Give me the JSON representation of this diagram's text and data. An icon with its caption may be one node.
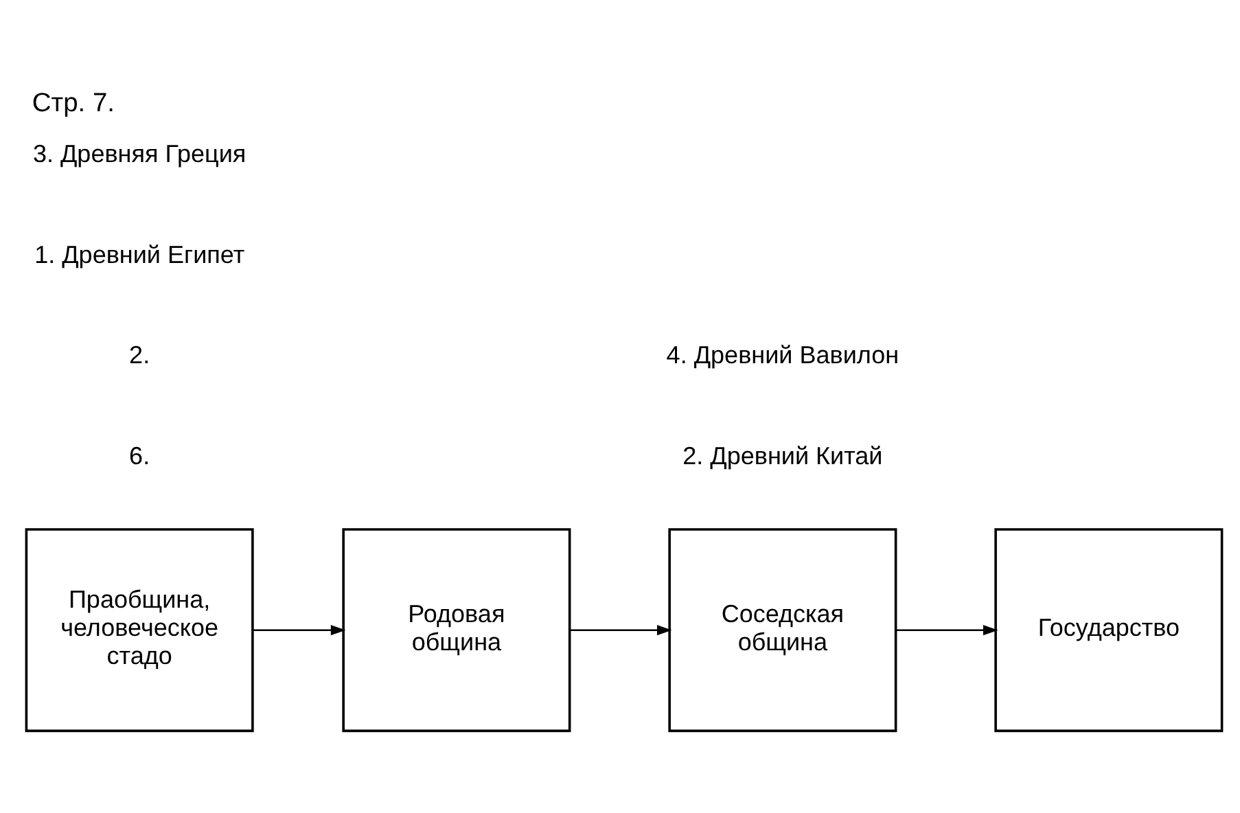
{
  "diagram": {
    "title": "Стр. 7.",
    "nodes": [
      {
        "text": [
          "Праобщина, человеческое стадо"
        ]
      },
      {
        "text": [
          "Родовая община"
        ]
      },
      {
        "text": [
          "Соседская община"
        ]
      },
      {
        "text": [
          "Государство"
        ]
      }
    ],
    "edges": [
      {
        "from": 0,
        "to": 1,
        "arrow": "to"
      },
      {
        "from": 1,
        "to": 2,
        "arrow": "to"
      },
      {
        "from": 2,
        "to": 3,
        "arrow": "to"
      }
    ],
    "labels": [
      "6.",
      "2.",
      "1. Древний Египет",
      "2. Древний Китай",
      "3. Древняя Греция",
      "4. Древний Вавилон"
    ]
  }
}
